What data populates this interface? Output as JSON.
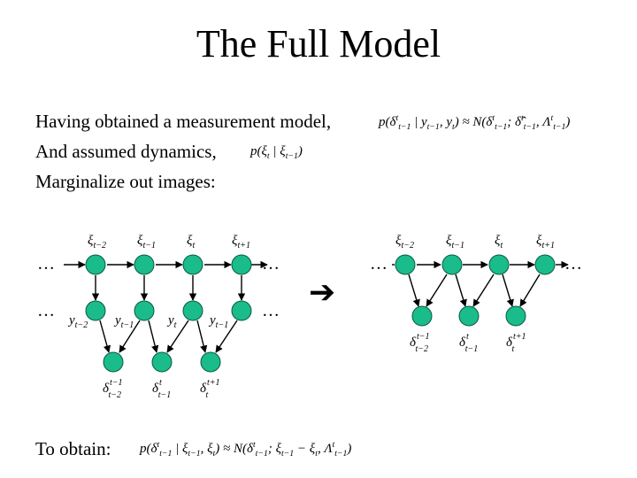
{
  "title": "The Full Model",
  "lines": {
    "measurement": "Having obtained a measurement model,",
    "dynamics": "And assumed dynamics,",
    "marginalize": "Marginalize out images:",
    "obtain": "To obtain:"
  },
  "equations": {
    "measurement": "p(δ^t_{t−1} | y_{t−1}, y_t) ≈ N(δ^t_{t−1}; δ̂^t_{t−1}, Λ^t_{t−1})",
    "dynamics": "p(ξ_t | ξ_{t−1})",
    "result": "p(δ^t_{t−1} | ξ_{t−1}, ξ_t) ≈ N(δ^t_{t−1}; ξ_{t−1} − ξ_t, Λ^t_{t−1})"
  },
  "diagram": {
    "node_color": "#1abc8c",
    "ellipsis": "…",
    "arrow": "➔",
    "xi_labels": [
      "ξt−2",
      "ξt−1",
      "ξt",
      "ξt+1"
    ],
    "y_labels": [
      "yt−2",
      "yt−1",
      "yt",
      "yt−1"
    ],
    "delta_labels": [
      "δ t−1 t−2",
      "δ t t−1",
      "δ t+1 t"
    ]
  }
}
